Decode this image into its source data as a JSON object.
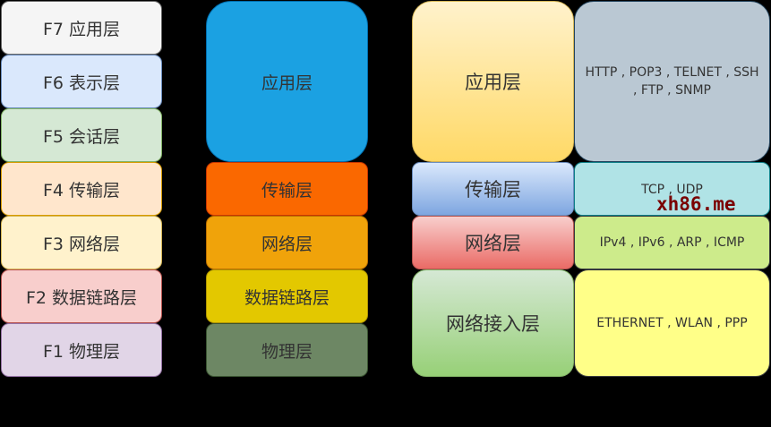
{
  "osi": [
    "F7 应用层",
    "F6 表示层",
    "F5 会话层",
    "F4 传输层",
    "F3 网络层",
    "F2 数据链路层",
    "F1 物理层"
  ],
  "five_layer": [
    "应用层",
    "传输层",
    "网络层",
    "数据链路层",
    "物理层"
  ],
  "tcpip": [
    "应用层",
    "传输层",
    "网络层",
    "网络接入层"
  ],
  "protocols": [
    "HTTP , POP3 , TELNET , SSH , FTP , SNMP",
    "TCP , UDP",
    "IPv4 , IPv6 , ARP , ICMP",
    "ETHERNET , WLAN , PPP"
  ],
  "watermark": "xh86.me"
}
